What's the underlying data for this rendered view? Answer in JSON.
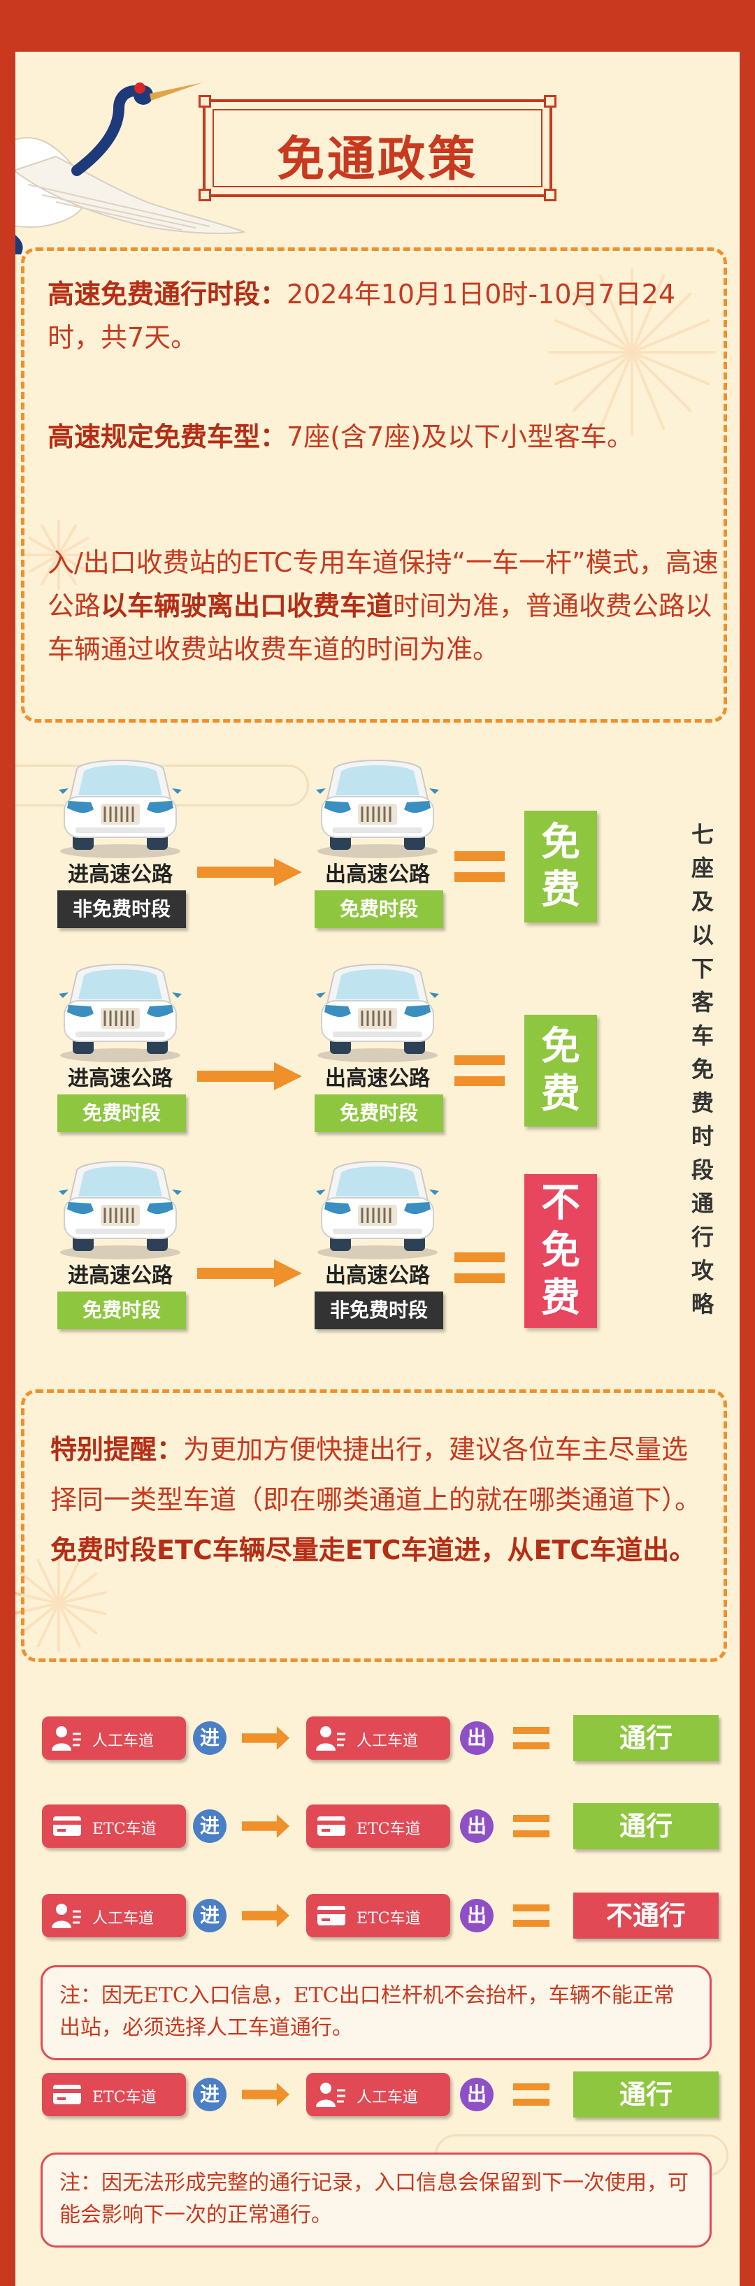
{
  "title": "免通政策",
  "policy": {
    "period_label": "高速免费通行时段：",
    "period_text": "2024年10月1日0时-10月7日24时，共7天。",
    "vehicle_label": "高速规定免费车型：",
    "vehicle_text": "7座(含7座)及以下小型客车。",
    "rule_part1": "入/出口收费站的ETC专用车道保持“一车一杆”模式，高速公路",
    "rule_bold": "以车辆驶离出口收费车道",
    "rule_part2": "时间为准，普通收费公路以车辆通过收费站收费车道的时间为准。"
  },
  "scenarios": [
    {
      "enter_label": "进高速公路",
      "enter_tag": "非免费时段",
      "exit_label": "出高速公路",
      "exit_tag": "免费时段",
      "result": "免费"
    },
    {
      "enter_label": "进高速公路",
      "enter_tag": "免费时段",
      "exit_label": "出高速公路",
      "exit_tag": "免费时段",
      "result": "免费"
    },
    {
      "enter_label": "进高速公路",
      "enter_tag": "免费时段",
      "exit_label": "出高速公路",
      "exit_tag": "非免费时段",
      "result": "不免费"
    }
  ],
  "side_caption": "七座及以下客车免费时段通行攻略",
  "reminder": {
    "label": "特别提醒：",
    "text": "为更加方便快捷出行，建议各位车主尽量选择同一类型车道（即在哪类通道上的就在哪类通道下）。",
    "bold": "免费时段ETC车辆尽量走ETC车道进，从ETC车道出。"
  },
  "lanes": [
    {
      "enter": "人工车道",
      "enter_icon": "person-card-icon",
      "in": "进",
      "exit": "人工车道",
      "exit_icon": "person-card-icon",
      "out": "出",
      "result": "通行",
      "ok": true
    },
    {
      "enter": "ETC车道",
      "enter_icon": "card-icon",
      "in": "进",
      "exit": "ETC车道",
      "exit_icon": "card-icon",
      "out": "出",
      "result": "通行",
      "ok": true
    },
    {
      "enter": "人工车道",
      "enter_icon": "person-card-icon",
      "in": "进",
      "exit": "ETC车道",
      "exit_icon": "card-icon",
      "out": "出",
      "result": "不通行",
      "ok": false
    },
    {
      "enter": "ETC车道",
      "enter_icon": "card-icon",
      "in": "进",
      "exit": "人工车道",
      "exit_icon": "person-card-icon",
      "out": "出",
      "result": "通行",
      "ok": true
    }
  ],
  "notes": [
    "注：因无ETC入口信息，ETC出口栏杆机不会抬杆，车辆不能正常出站，必须选择人工车道通行。",
    "注：因无法形成完整的通行记录，入口信息会保留到下一次使用，可能会影响下一次的正常通行。"
  ],
  "colors": {
    "background": "#c8391f",
    "paper": "#fdf2d6",
    "accent": "#f0902b",
    "green": "#8fc63f",
    "red": "#e14a55"
  }
}
